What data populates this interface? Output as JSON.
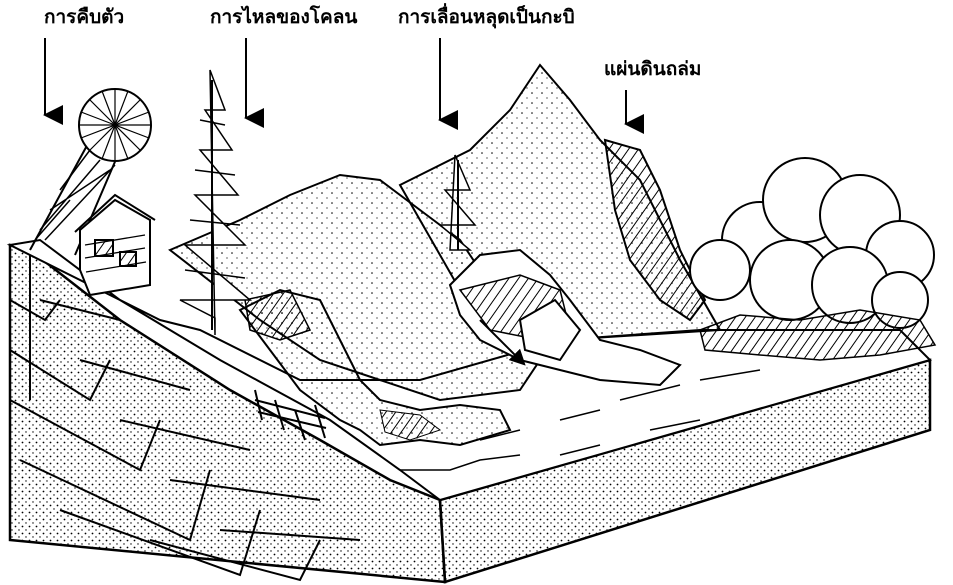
{
  "labels": {
    "creep": "การคืบตัว",
    "mudflow": "การไหลของโคลน",
    "slump": "การเลื่อนหลุดเป็นกะบิ",
    "rockfall": "แผ่นดินถล่ม"
  },
  "colors": {
    "ink": "#000000",
    "paper": "#ffffff"
  }
}
